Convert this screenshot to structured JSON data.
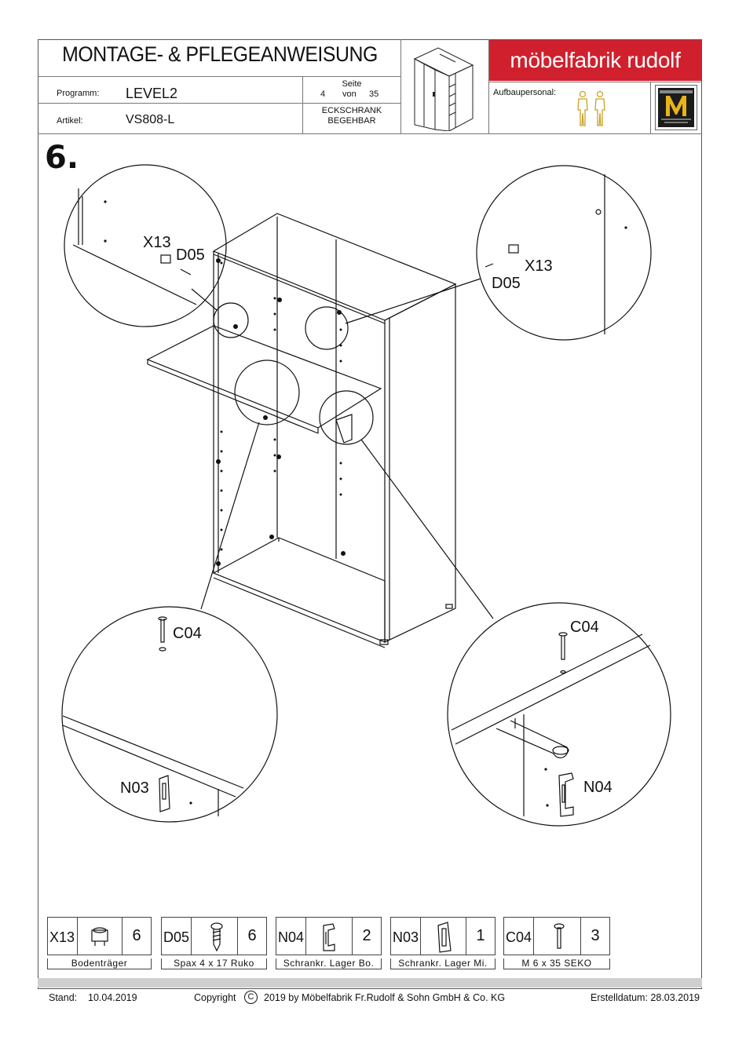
{
  "header": {
    "title": "MONTAGE- & PFLEGEANWEISUNG",
    "brand": "möbelfabrik rudolf",
    "programm_label": "Programm:",
    "programm_value": "LEVEL2",
    "artikel_label": "Artikel:",
    "artikel_value": "VS808-L",
    "seite_label": "Seite",
    "page_current": "4",
    "page_of": "von",
    "page_total": "35",
    "product_line1": "ECKSCHRANK",
    "product_line2": "BEGEHBAR",
    "aufbau_label": "Aufbaupersonal:"
  },
  "step": {
    "number": "6.",
    "callouts": {
      "tl_x13": "X13",
      "tl_d05": "D05",
      "tr_x13": "X13",
      "tr_d05": "D05",
      "bl_c04": "C04",
      "bl_n03": "N03",
      "br_c04": "C04",
      "br_n04": "N04"
    }
  },
  "parts": [
    {
      "code": "X13",
      "qty": "6",
      "desc": "Bodenträger"
    },
    {
      "code": "D05",
      "qty": "6",
      "desc": "Spax 4 x 17 Ruko"
    },
    {
      "code": "N04",
      "qty": "2",
      "desc": "Schrankr. Lager Bo."
    },
    {
      "code": "N03",
      "qty": "1",
      "desc": "Schrankr. Lager Mi."
    },
    {
      "code": "C04",
      "qty": "3",
      "desc": "M 6 x 35 SEKO"
    }
  ],
  "footer": {
    "stand_label": "Stand:",
    "stand_date": "10.04.2019",
    "copyright_word": "Copyright",
    "copyright_symbol": "C",
    "copyright_text": "2019  by Möbelfabrik Fr.Rudolf & Sohn GmbH & Co. KG",
    "erstell": "Erstelldatum: 28.03.2019"
  },
  "colors": {
    "brand_red": "#d0202e",
    "badge_gold": "#e8b419"
  }
}
